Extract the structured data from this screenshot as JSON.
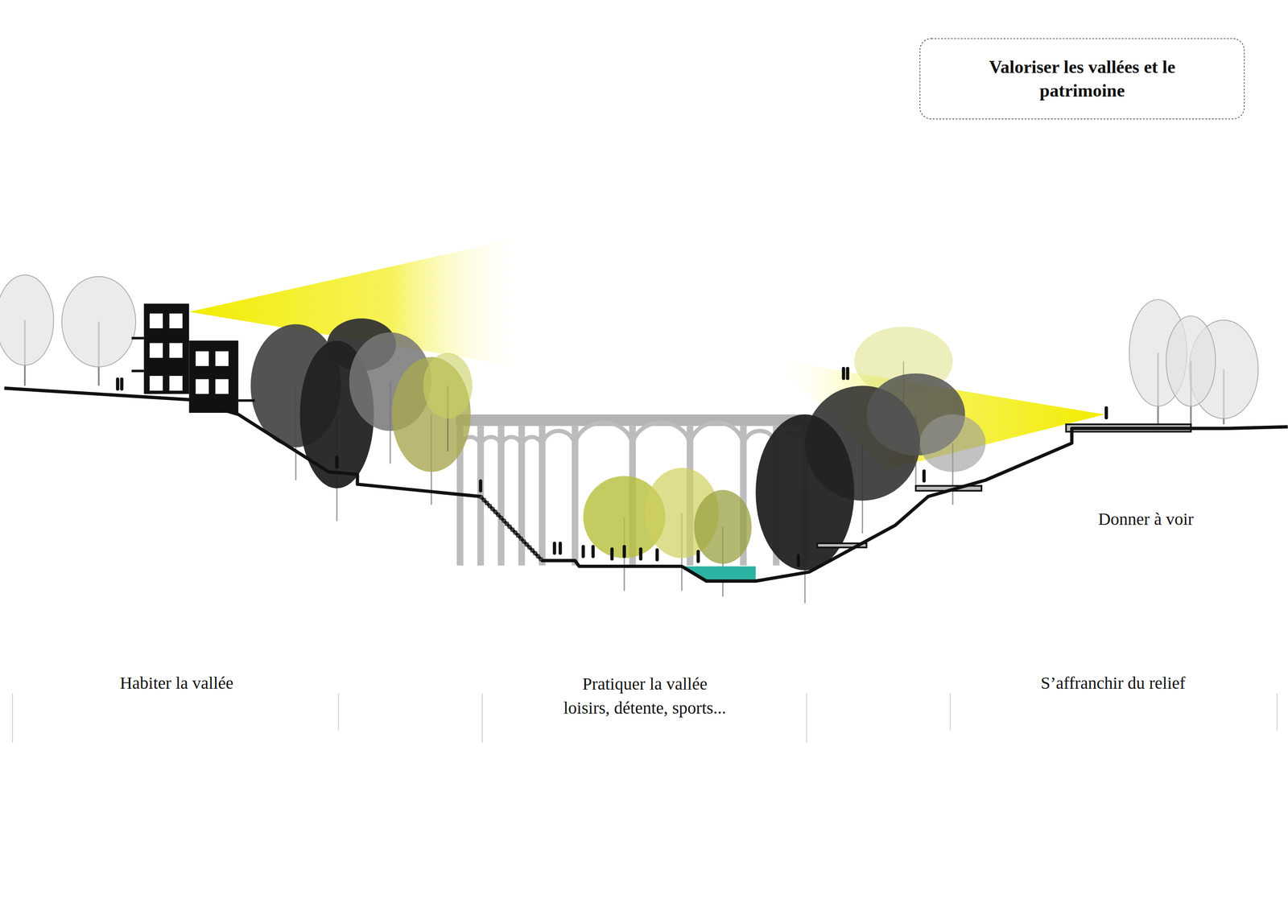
{
  "diagram": {
    "title": "Valoriser les vallées et le patrimoine",
    "labels": [
      "Habiter la vallée",
      "Pratiquer la vallée",
      "loisirs, détente, sports...",
      "S’affranchir du relief",
      "Donner à voir"
    ]
  }
}
